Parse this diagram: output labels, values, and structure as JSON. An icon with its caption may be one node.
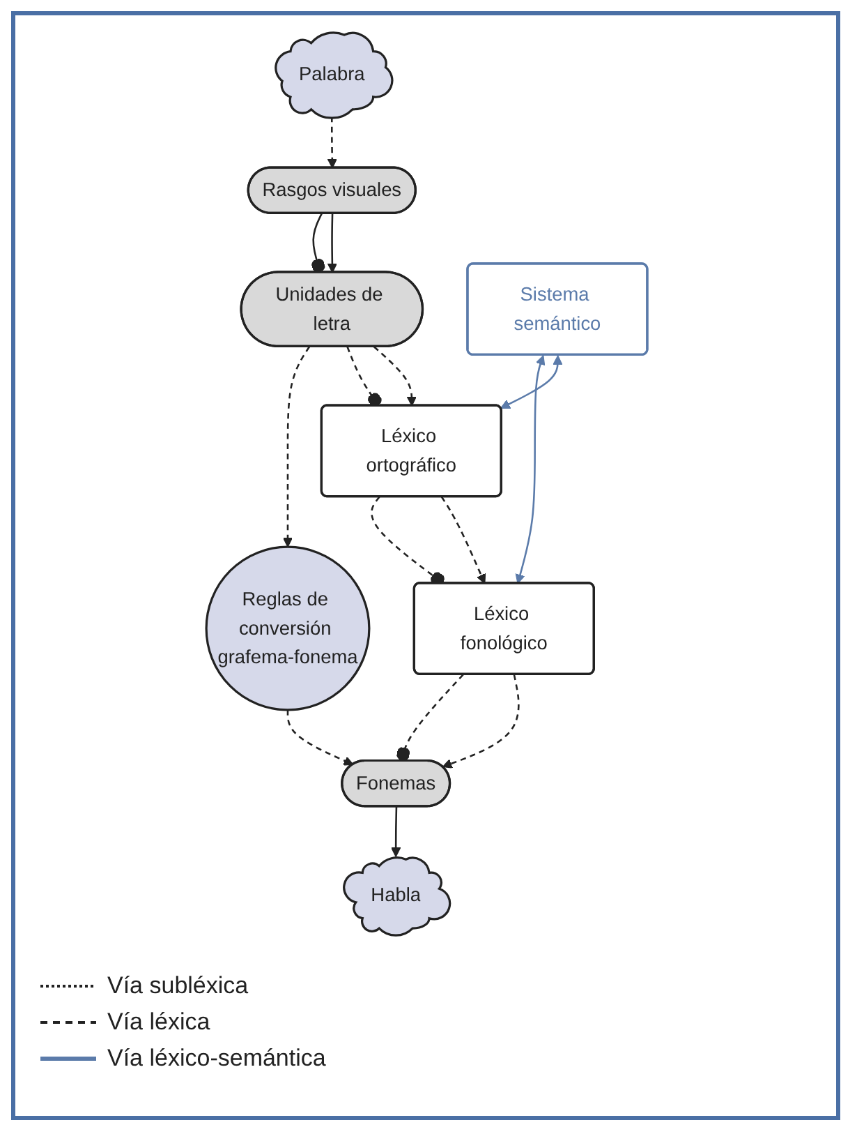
{
  "diagram": {
    "nodes": [
      {
        "text": [
          "Palabra"
        ]
      },
      {
        "text": [
          "Rasgos visuales"
        ]
      },
      {
        "text": [
          "Unidades de letra"
        ]
      },
      {
        "text": [
          "Léxico ortográfico"
        ]
      },
      {
        "text": [
          "Reglas de conversión grafema-fonema"
        ]
      },
      {
        "text": [
          "Sistema semántico"
        ]
      },
      {
        "text": [
          "Léxico fonológico"
        ]
      },
      {
        "text": [
          "Fonemas"
        ]
      },
      {
        "text": [
          "Habla"
        ]
      }
    ],
    "edges": [
      {
        "from": 0,
        "to": 1,
        "arrow": "to",
        "style": "dashed"
      },
      {
        "from": 1,
        "to": 2,
        "arrow": "to"
      },
      {
        "from": 1,
        "to": 2,
        "arrow": "other"
      },
      {
        "from": 2,
        "to": 3,
        "arrow": "to",
        "style": "dashed"
      },
      {
        "from": 2,
        "to": 3,
        "arrow": "other",
        "style": "dashed"
      },
      {
        "from": 2,
        "to": 4,
        "arrow": "to",
        "style": "dashed"
      },
      {
        "from": 3,
        "to": 6,
        "arrow": "to",
        "style": "dashed"
      },
      {
        "from": 3,
        "to": 6,
        "arrow": "other",
        "style": "dashed"
      },
      {
        "from": 5,
        "to": 3,
        "arrow": "both",
        "color": "#5b7baa"
      },
      {
        "from": 5,
        "to": 6,
        "arrow": "both",
        "color": "#5b7baa"
      },
      {
        "from": 6,
        "to": 7,
        "arrow": "to",
        "style": "dashed"
      },
      {
        "from": 6,
        "to": 7,
        "arrow": "other",
        "style": "dashed"
      },
      {
        "from": 4,
        "to": 7,
        "arrow": "to",
        "style": "dashed"
      },
      {
        "from": 7,
        "to": 8,
        "arrow": "to"
      }
    ],
    "legend": [
      {
        "text": "Vía subléxica"
      },
      {
        "text": "Vía léxica"
      },
      {
        "text": "Vía léxico-semántica"
      }
    ]
  }
}
